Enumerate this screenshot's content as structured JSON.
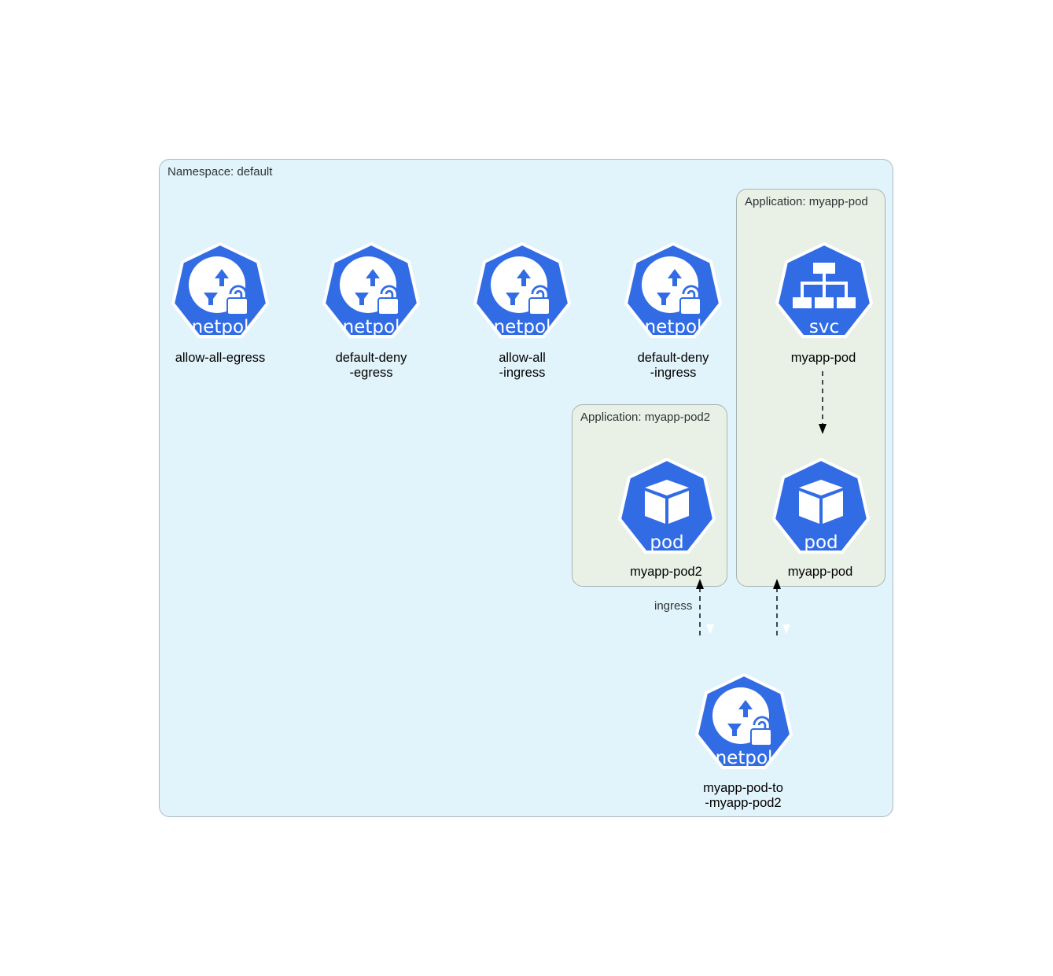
{
  "namespace": {
    "label": "Namespace: default"
  },
  "applications": [
    {
      "label": "Application: myapp-pod"
    },
    {
      "label": "Application: myapp-pod2"
    }
  ],
  "nodes": {
    "allow_all_egress": {
      "kind": "netpol",
      "name_lines": [
        "allow-all-egress"
      ]
    },
    "default_deny_egress": {
      "kind": "netpol",
      "name_lines": [
        "default-deny",
        "-egress"
      ]
    },
    "allow_all_ingress": {
      "kind": "netpol",
      "name_lines": [
        "allow-all",
        "-ingress"
      ]
    },
    "default_deny_ingress": {
      "kind": "netpol",
      "name_lines": [
        "default-deny",
        "-ingress"
      ]
    },
    "svc_myapp_pod": {
      "kind": "svc",
      "name_lines": [
        "myapp-pod"
      ]
    },
    "pod_myapp_pod2": {
      "kind": "pod",
      "name_lines": [
        "myapp-pod2"
      ]
    },
    "pod_myapp_pod": {
      "kind": "pod",
      "name_lines": [
        "myapp-pod"
      ]
    },
    "netpol_pod_to_pod2": {
      "kind": "netpol",
      "name_lines": [
        "myapp-pod-to",
        "-myapp-pod2"
      ]
    }
  },
  "edges": [
    {
      "from": "svc myapp-pod",
      "to": "pod myapp-pod",
      "label": ""
    },
    {
      "from": "myapp-pod-to-myapp-pod2",
      "to": "pod myapp-pod2",
      "label": "ingress"
    },
    {
      "from": "myapp-pod-to-myapp-pod2",
      "to": "pod myapp-pod",
      "label": ""
    }
  ],
  "colors": {
    "k8s_blue": "#326ce5",
    "edge": "#000000"
  }
}
